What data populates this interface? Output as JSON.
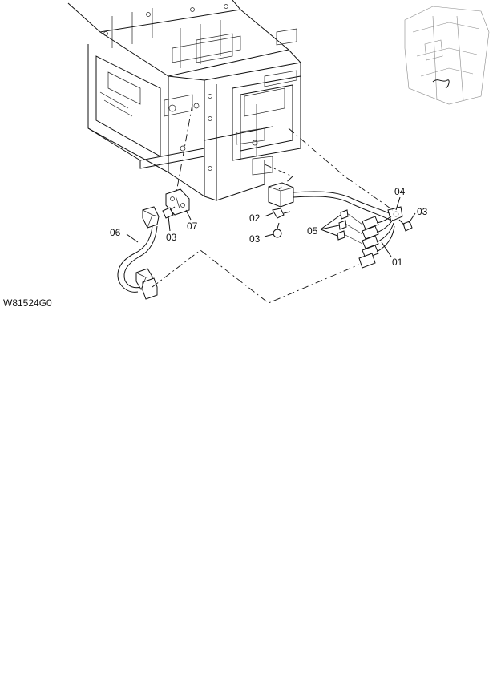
{
  "drawing_id": "W81524G0",
  "callouts": {
    "c01": "01",
    "c02": "02",
    "c03_left": "03",
    "c03_mid": "03",
    "c03_right": "03",
    "c04": "04",
    "c05": "05",
    "c06": "06",
    "c07": "07"
  }
}
